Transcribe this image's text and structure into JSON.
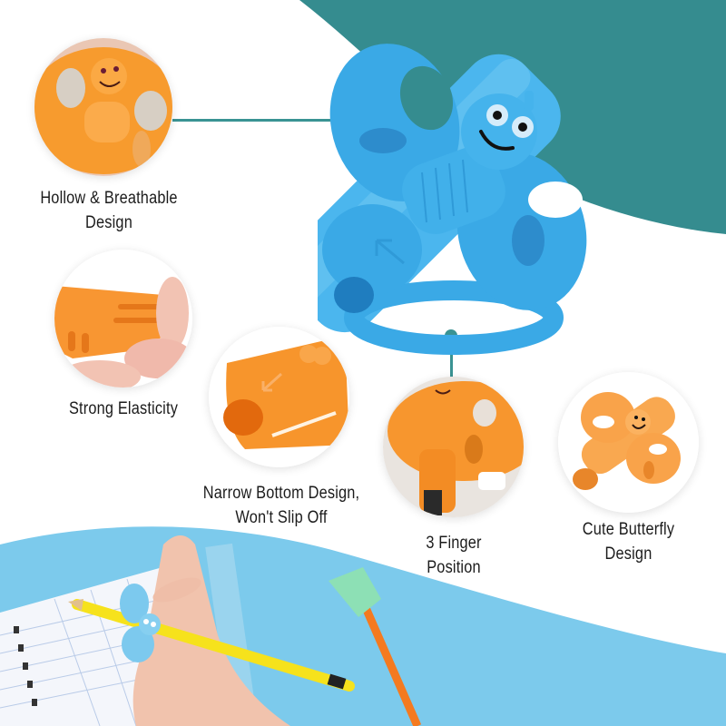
{
  "colors": {
    "teal_background": "#358c8f",
    "connector": "#3a9393",
    "swoosh_blue": "#7ccaec",
    "product_blue": "#3aa9e6",
    "product_orange": "#f9a13a",
    "text": "#1c1c1c"
  },
  "hero_product": {
    "description": "blue butterfly pencil grip",
    "color": "blue"
  },
  "features": [
    {
      "id": "hollow",
      "line1": "Hollow & Breathable",
      "line2": "Design"
    },
    {
      "id": "elastic",
      "line1": "Strong Elasticity",
      "line2": ""
    },
    {
      "id": "narrow",
      "line1": "Narrow Bottom Design,",
      "line2": "Won't Slip Off"
    },
    {
      "id": "finger",
      "line1": "3 Finger",
      "line2": "Position"
    },
    {
      "id": "cute",
      "line1": "Cute Butterfly",
      "line2": "Design"
    }
  ],
  "scene": {
    "description": "child's hand writing with blue butterfly grip on yellow pencil over grid notebook; green grip on orange pencil"
  }
}
